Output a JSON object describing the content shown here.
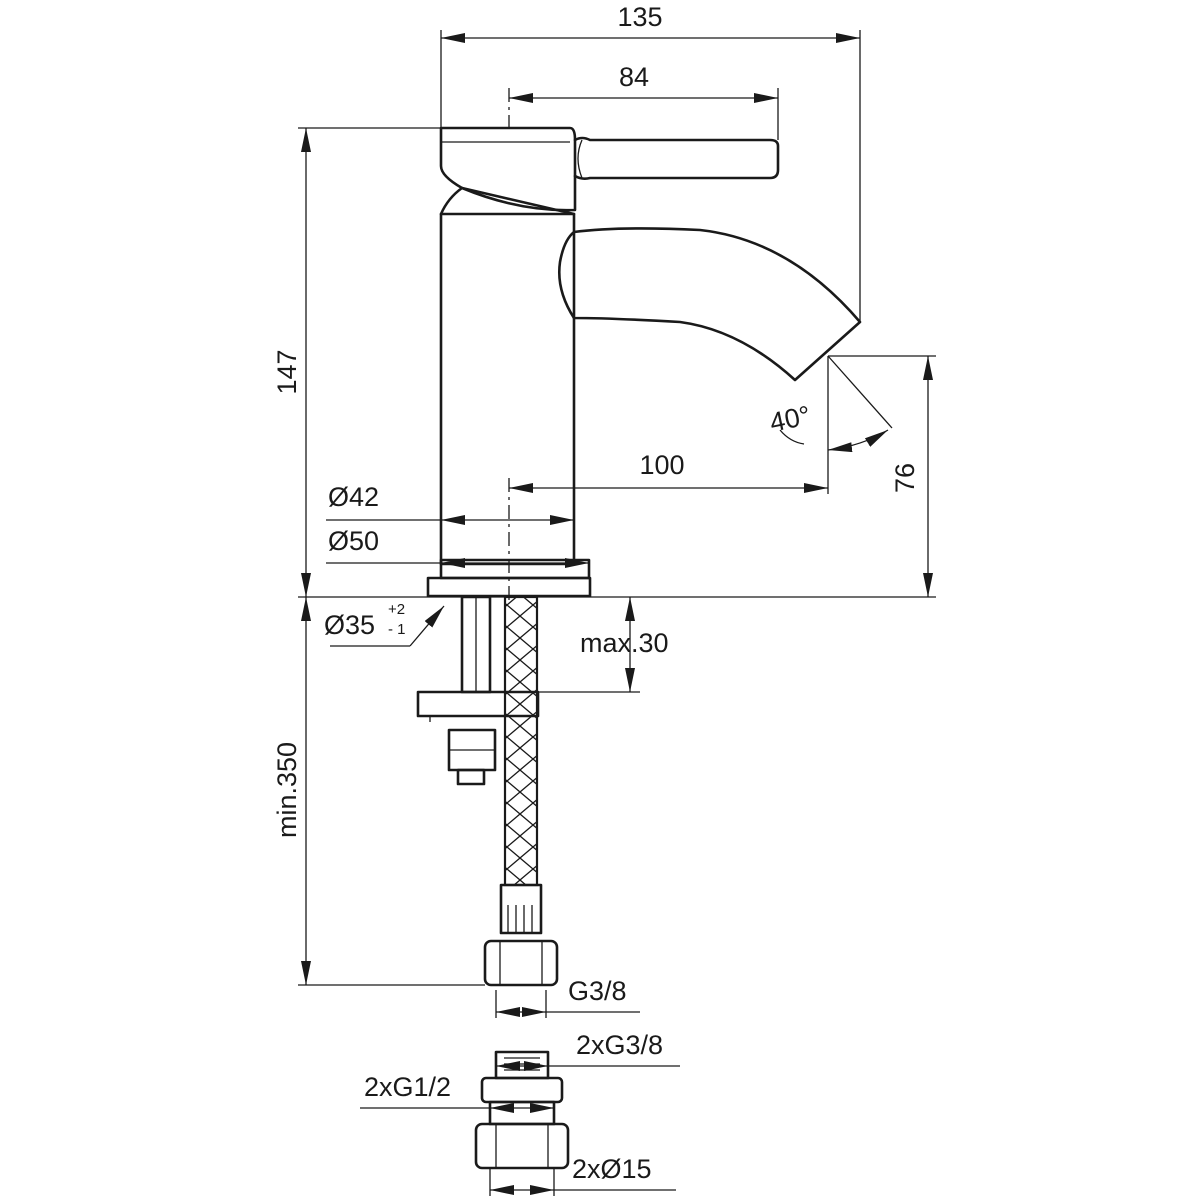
{
  "dimensions": {
    "overall_width": "135",
    "lever_reach": "84",
    "total_height": "147",
    "spout_reach": "100",
    "spout_height": "76",
    "spout_angle": "40°",
    "body_diameter": "Ø42",
    "base_diameter": "Ø50",
    "hole_diameter": "Ø35",
    "hole_tol_plus": "+2",
    "hole_tol_minus": "- 1",
    "max_deck_thickness": "max.30",
    "min_hose_length": "min.350",
    "hose_thread": "G3/8",
    "adapter_outlet": "2xG3/8",
    "adapter_inlet": "2xG1/2",
    "pipe_diameter": "2xØ15"
  },
  "colors": {
    "line": "#1a1a1a",
    "background": "#ffffff"
  }
}
